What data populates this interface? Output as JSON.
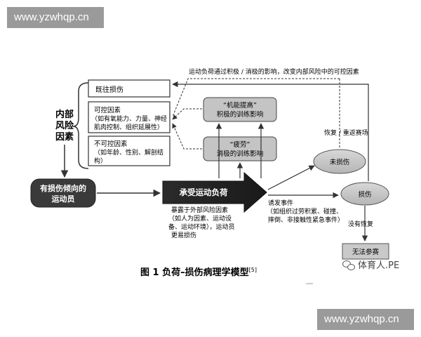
{
  "watermark": "www.yzwhqp.cn",
  "internal_risk": {
    "heading": "内部\n风险\n因素",
    "prior_injury": "既往损伤",
    "modifiable_title": "可控因素",
    "modifiable_detail_1": "（如有氧能力、力量、神经",
    "modifiable_detail_2": "肌肉控制、组织延展性）",
    "nonmodifiable_title": "不可控因素",
    "nonmodifiable_detail_1": "（如年龄、性别、解剖结",
    "nonmodifiable_detail_2": "构）"
  },
  "top_note": "运动负荷通过积极 / 消极的影响，改变内部风险中的可控因素",
  "positive_box": {
    "title": "“机能提高”",
    "subtitle": "积极的训练影响"
  },
  "negative_box": {
    "title": "“疲劳”",
    "subtitle": "消极的训练影响"
  },
  "athlete_box": {
    "line1": "有损伤倾向的",
    "line2": "运动员"
  },
  "load_arrow": "承受运动负荷",
  "exposure_note": {
    "line1": "暴露于外部风险因素",
    "line2": "（如人为因素、运动设",
    "line3": "备、运动环境），运动员",
    "line4": "更易损伤"
  },
  "no_injury": "未损伤",
  "injury": "损伤",
  "inciting_event": {
    "line1": "诱发事件",
    "line2": "（如组织过劳积累、碰撞、",
    "line3": "摔倒、非接触性紧急事件）"
  },
  "recovery_label": "恢复 / 重返赛场",
  "no_recovery_label": "没有恢复",
  "unable_box": "无法参赛",
  "caption": {
    "main": "图 1  负荷–损伤病理学模型",
    "ref": "[5]"
  },
  "brand": "体育人.PE"
}
